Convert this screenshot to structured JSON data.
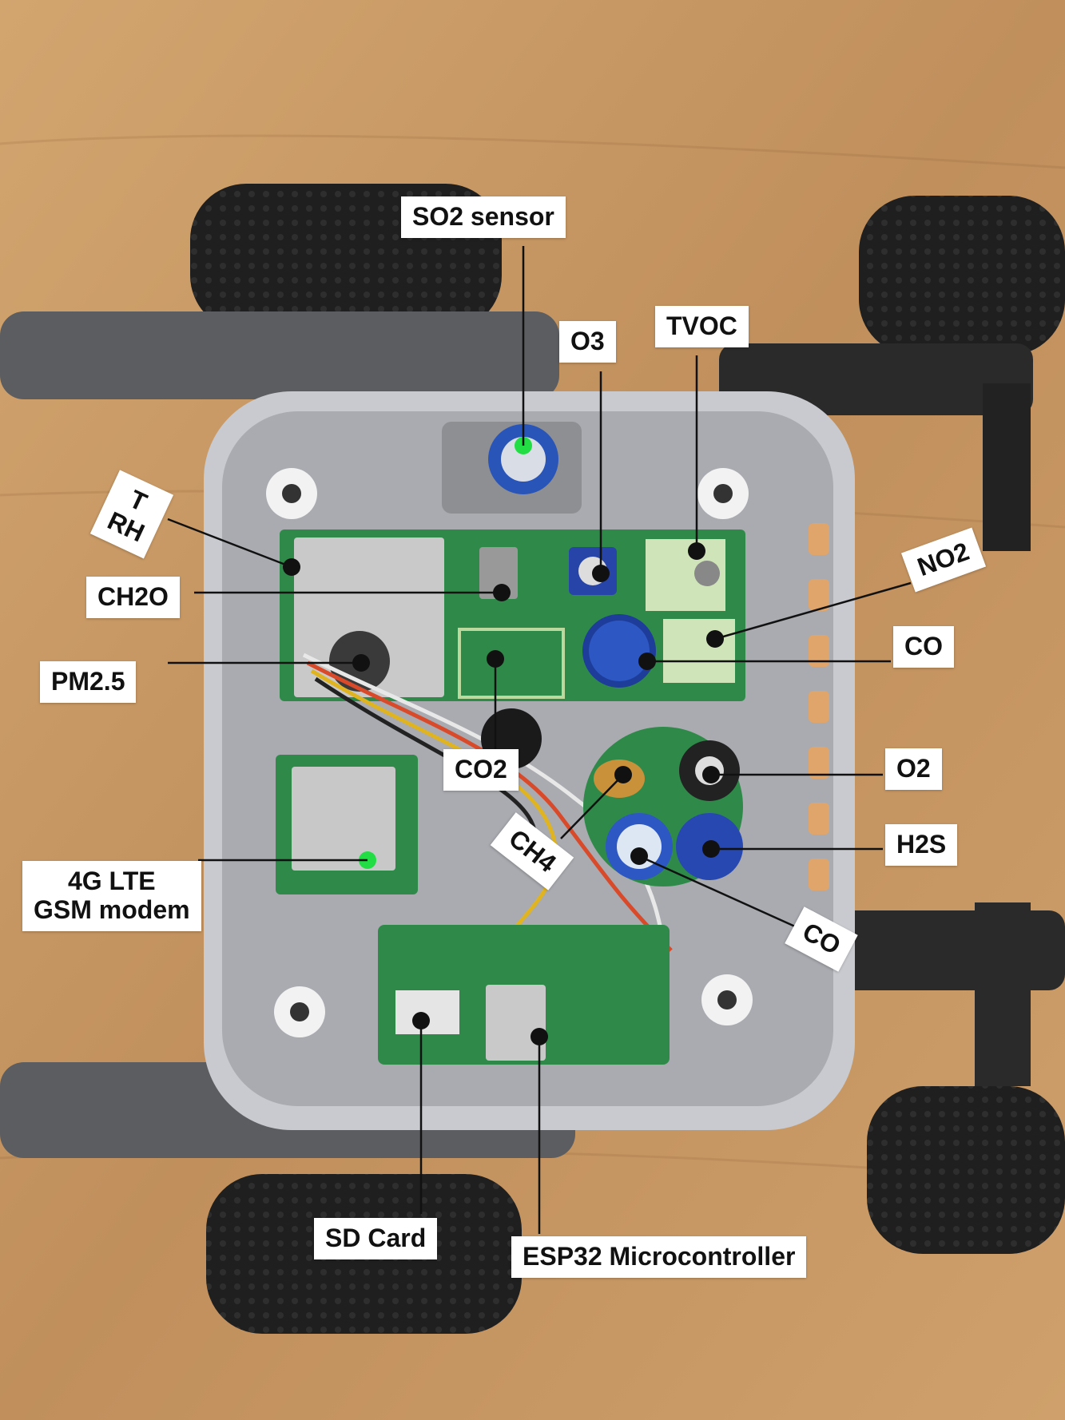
{
  "labels": {
    "so2": "SO2 sensor",
    "o3": "O3",
    "tvoc": "TVOC",
    "t": "T",
    "rh": "RH",
    "no2": "NO2",
    "ch2o": "CH2O",
    "co_top": "CO",
    "pm25": "PM2.5",
    "co2": "CO2",
    "o2": "O2",
    "ch4": "CH4",
    "h2s": "H2S",
    "co_bottom": "CO",
    "lte_line1": "4G LTE",
    "lte_line2": "GSM modem",
    "sd_card": "SD Card",
    "esp32": "ESP32 Microcontroller"
  },
  "colors": {
    "floor": "#c89a66",
    "enclosure": "#a9abb0",
    "pcb": "#2f8a4a",
    "marker": "#111111",
    "highlight": "#22dd44"
  }
}
